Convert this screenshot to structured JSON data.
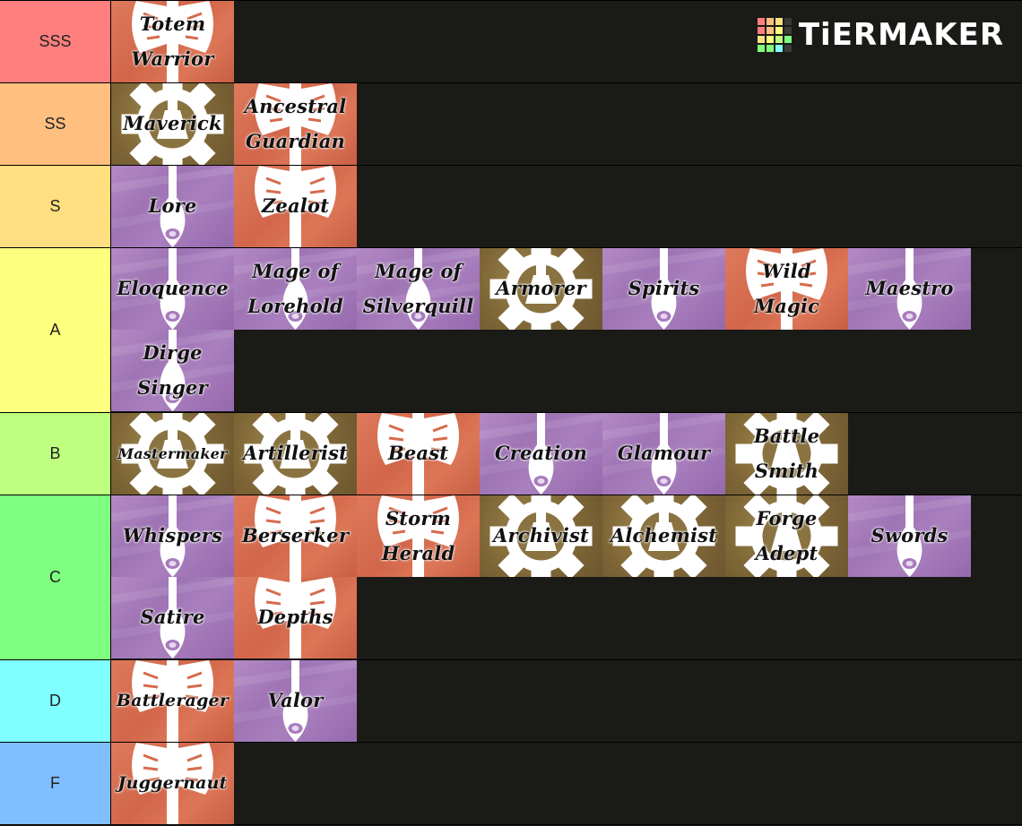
{
  "logo": {
    "text": "TiERMAKER",
    "grid_colors": [
      "#ff7f7f",
      "#ffbf7f",
      "#ffdf7f",
      "#3a3a3a",
      "#ff7f7f",
      "#ffbf7f",
      "#ffff7f",
      "#3a3a3a",
      "#ffdf7f",
      "#ffff7f",
      "#bfff7f",
      "#7fff7f",
      "#7fff7f",
      "#7fff7f",
      "#7fffff",
      "#3a3a3a"
    ]
  },
  "tiers": [
    {
      "label": "SSS",
      "color": "#ff7f7f",
      "rows": 1,
      "items": [
        {
          "name": "Totem Warrior",
          "lines": [
            "Totem",
            "Warrior"
          ],
          "style": "red"
        }
      ]
    },
    {
      "label": "SS",
      "color": "#ffbf7f",
      "rows": 1,
      "items": [
        {
          "name": "Maverick",
          "lines": [
            "Maverick"
          ],
          "style": "brown"
        },
        {
          "name": "Ancestral Guardian",
          "lines": [
            "Ancestral",
            "Guardian"
          ],
          "style": "red"
        }
      ]
    },
    {
      "label": "S",
      "color": "#ffdf7f",
      "rows": 1,
      "items": [
        {
          "name": "Lore",
          "lines": [
            "Lore"
          ],
          "style": "purple"
        },
        {
          "name": "Zealot",
          "lines": [
            "Zealot"
          ],
          "style": "red"
        }
      ]
    },
    {
      "label": "A",
      "color": "#ffff7f",
      "rows": 2,
      "items": [
        {
          "name": "Eloquence",
          "lines": [
            "Eloquence"
          ],
          "style": "purple"
        },
        {
          "name": "Mage of Lorehold",
          "lines": [
            "Mage of",
            "Lorehold"
          ],
          "style": "purple"
        },
        {
          "name": "Mage of Silverquill",
          "lines": [
            "Mage of",
            "Silverquill"
          ],
          "style": "purple"
        },
        {
          "name": "Armorer",
          "lines": [
            "Armorer"
          ],
          "style": "brown"
        },
        {
          "name": "Spirits",
          "lines": [
            "Spirits"
          ],
          "style": "purple"
        },
        {
          "name": "Wild Magic",
          "lines": [
            "Wild",
            "Magic"
          ],
          "style": "red"
        },
        {
          "name": "Maestro",
          "lines": [
            "Maestro"
          ],
          "style": "purple"
        },
        {
          "name": "Dirge Singer",
          "lines": [
            "Dirge",
            "Singer"
          ],
          "style": "purple"
        }
      ]
    },
    {
      "label": "B",
      "color": "#bfff7f",
      "rows": 1,
      "items": [
        {
          "name": "Mastermaker",
          "lines": [
            "Mastermaker"
          ],
          "style": "brown",
          "size": "small"
        },
        {
          "name": "Artillerist",
          "lines": [
            "Artillerist"
          ],
          "style": "brown"
        },
        {
          "name": "Beast",
          "lines": [
            "Beast"
          ],
          "style": "red"
        },
        {
          "name": "Creation",
          "lines": [
            "Creation"
          ],
          "style": "purple"
        },
        {
          "name": "Glamour",
          "lines": [
            "Glamour"
          ],
          "style": "purple"
        },
        {
          "name": "Battle Smith",
          "lines": [
            "Battle",
            "Smith"
          ],
          "style": "brown"
        }
      ]
    },
    {
      "label": "C",
      "color": "#7fff7f",
      "rows": 2,
      "items": [
        {
          "name": "Whispers",
          "lines": [
            "Whispers"
          ],
          "style": "purple"
        },
        {
          "name": "Berserker",
          "lines": [
            "Berserker"
          ],
          "style": "red"
        },
        {
          "name": "Storm Herald",
          "lines": [
            "Storm",
            "Herald"
          ],
          "style": "red"
        },
        {
          "name": "Archivist",
          "lines": [
            "Archivist"
          ],
          "style": "brown"
        },
        {
          "name": "Alchemist",
          "lines": [
            "Alchemist"
          ],
          "style": "brown"
        },
        {
          "name": "Forge Adept",
          "lines": [
            "Forge",
            "Adept"
          ],
          "style": "brown"
        },
        {
          "name": "Swords",
          "lines": [
            "Swords"
          ],
          "style": "purple"
        },
        {
          "name": "Satire",
          "lines": [
            "Satire"
          ],
          "style": "purple"
        },
        {
          "name": "Depths",
          "lines": [
            "Depths"
          ],
          "style": "red"
        }
      ]
    },
    {
      "label": "D",
      "color": "#7fffff",
      "rows": 1,
      "items": [
        {
          "name": "Battlerager",
          "lines": [
            "Battlerager"
          ],
          "style": "red",
          "size": "mid"
        },
        {
          "name": "Valor",
          "lines": [
            "Valor"
          ],
          "style": "purple"
        }
      ]
    },
    {
      "label": "F",
      "color": "#7fbfff",
      "rows": 1,
      "items": [
        {
          "name": "Juggernaut",
          "lines": [
            "Juggernaut"
          ],
          "style": "red",
          "size": "mid"
        }
      ]
    }
  ]
}
